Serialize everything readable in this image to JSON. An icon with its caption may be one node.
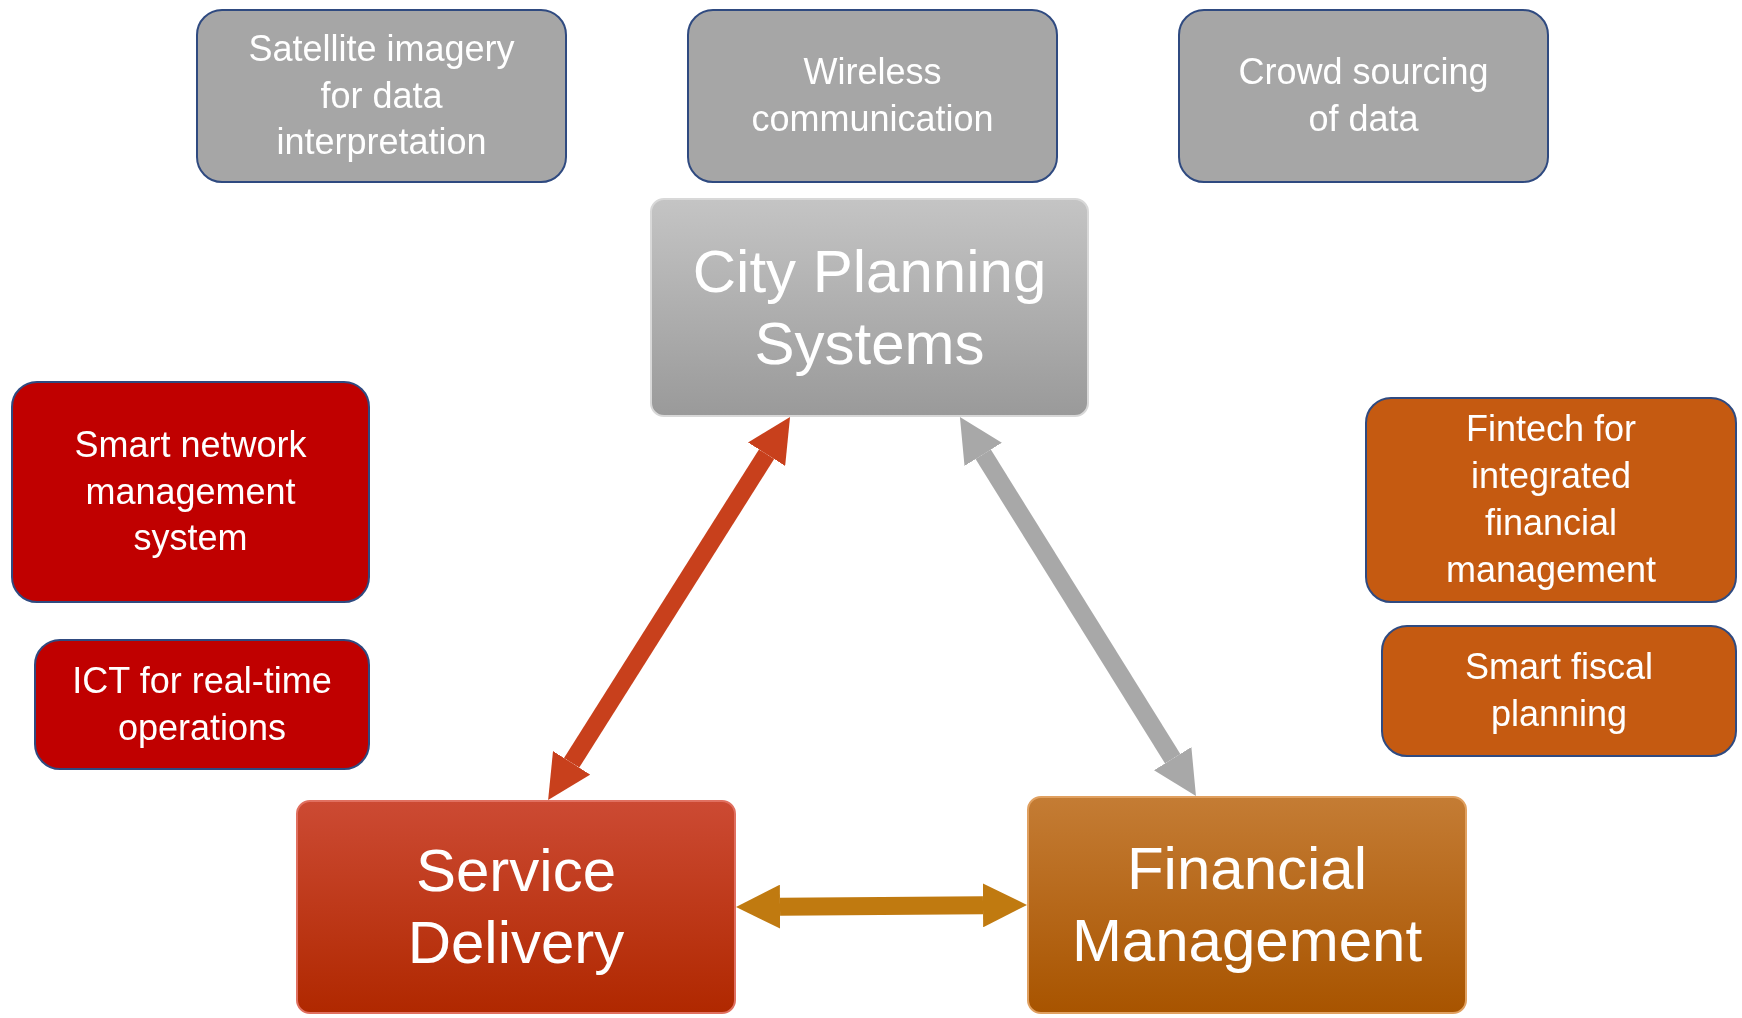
{
  "diagram": {
    "nodes": [
      {
        "text": [
          "Satellite imagery for data interpretation"
        ]
      },
      {
        "text": [
          "Wireless communication"
        ]
      },
      {
        "text": [
          "Crowd sourcing of data"
        ]
      },
      {
        "text": [
          "City Planning Systems"
        ]
      },
      {
        "text": [
          "Smart network management system"
        ]
      },
      {
        "text": [
          "ICT for real-time operations"
        ]
      },
      {
        "text": [
          "Fintech for integrated financial management"
        ]
      },
      {
        "text": [
          "Smart fiscal planning"
        ]
      },
      {
        "text": [
          "Service Delivery"
        ]
      },
      {
        "text": [
          "Financial Management"
        ]
      }
    ],
    "edges": [
      {
        "from": 3,
        "to": 8,
        "arrow": "both",
        "color": "#c8401c"
      },
      {
        "from": 3,
        "to": 9,
        "arrow": "both",
        "color": "#a8a8a8"
      },
      {
        "from": 8,
        "to": 9,
        "arrow": "both",
        "color": "#c07a10"
      }
    ]
  }
}
